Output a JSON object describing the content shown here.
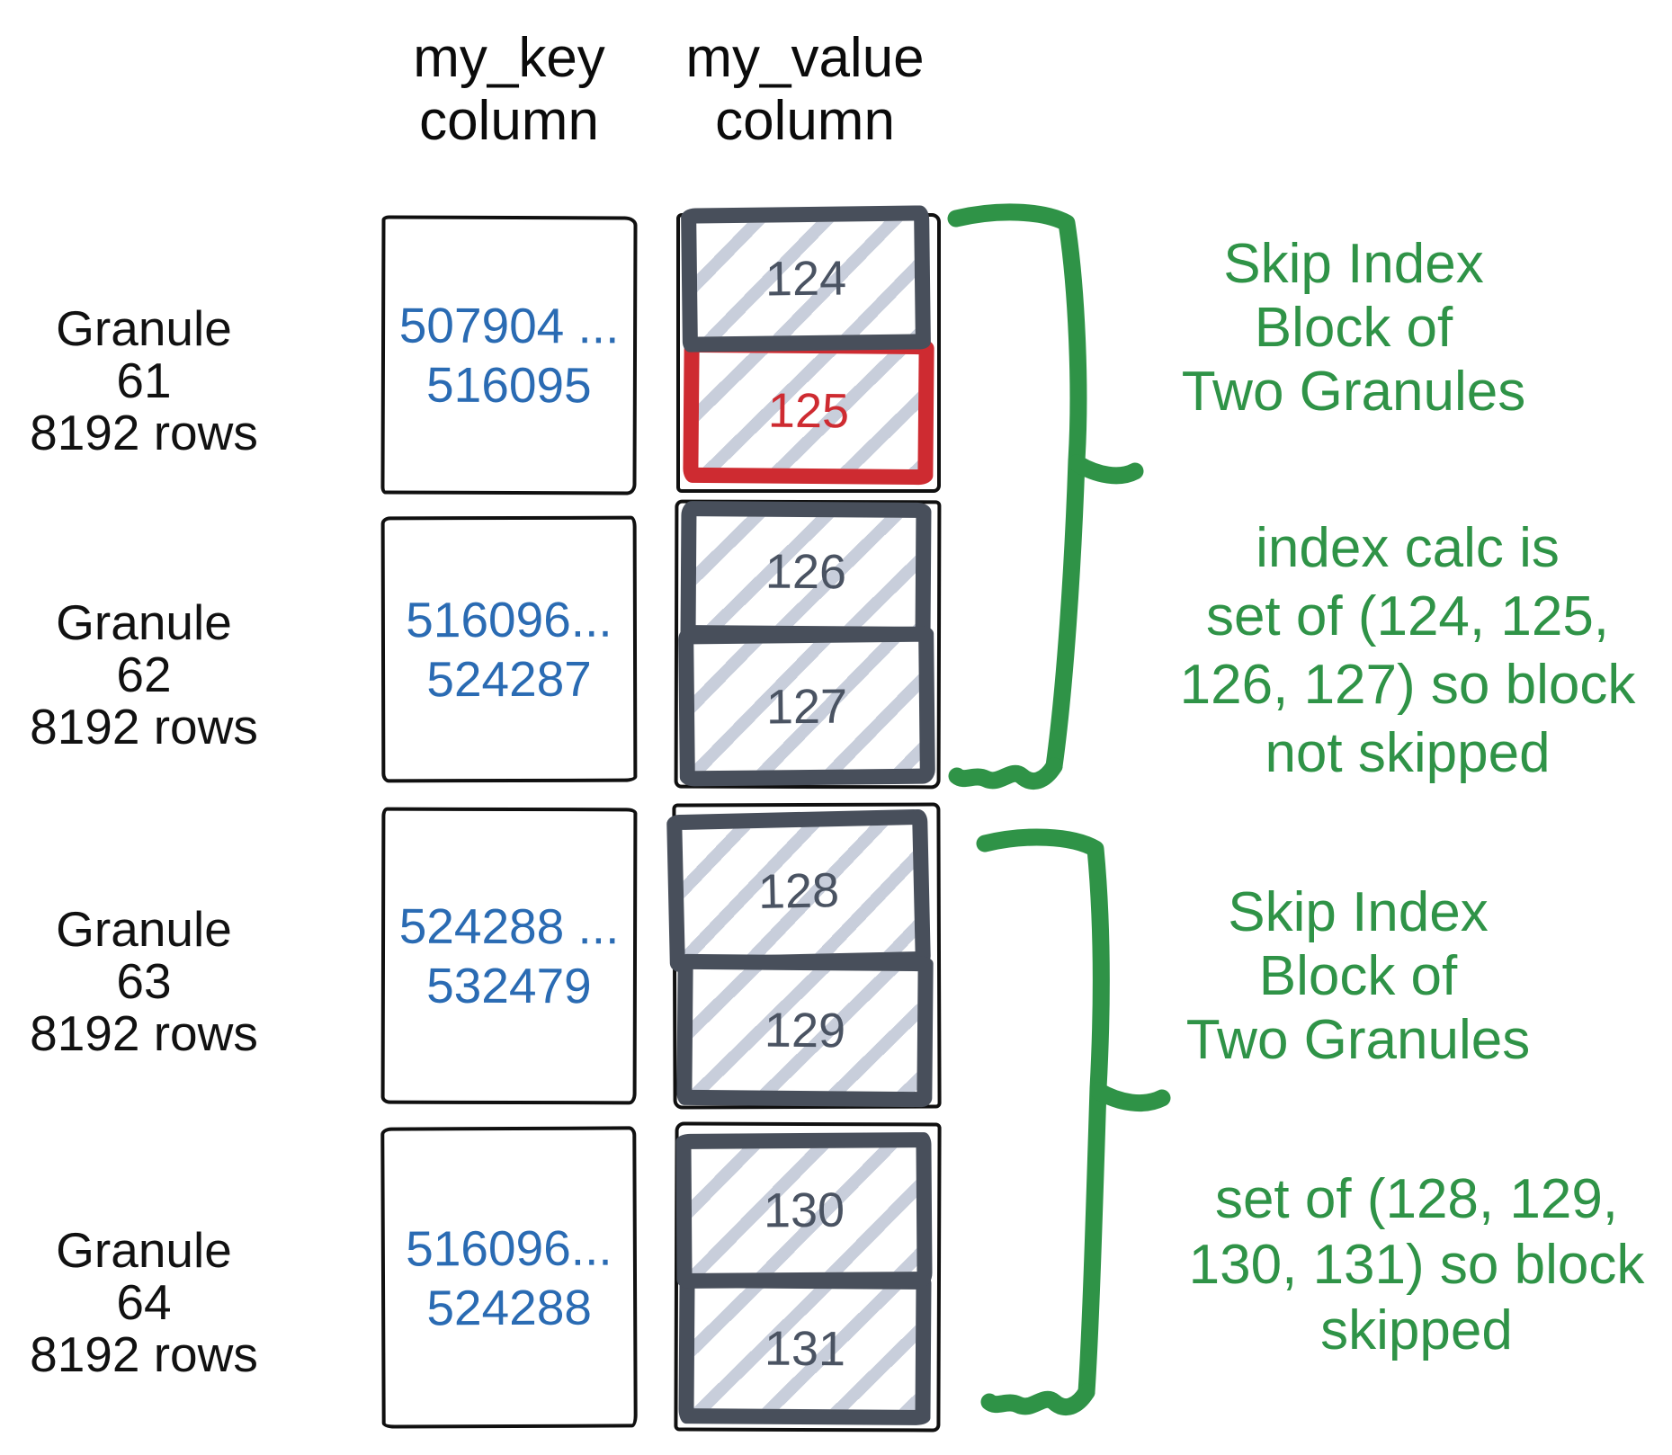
{
  "colors": {
    "green": "#2F9347",
    "blue": "#2A6BB3",
    "red": "#CE2B31",
    "slate": "#484F5B",
    "hatch": "#C8CEDB",
    "number_gray": "#4A5362",
    "outline_black": "#101010"
  },
  "headers": {
    "key": {
      "line1": "my_key",
      "line2": "column"
    },
    "value": {
      "line1": "my_value",
      "line2": "column"
    }
  },
  "granules": [
    {
      "name": "Granule 61",
      "rows": "8192 rows",
      "key_start": "507904 ...",
      "key_end": "516095",
      "blocks": [
        {
          "value": "124",
          "highlighted": false
        },
        {
          "value": "125",
          "highlighted": true
        }
      ]
    },
    {
      "name": "Granule 62",
      "rows": "8192 rows",
      "key_start": "516096...",
      "key_end": "524287",
      "blocks": [
        {
          "value": "126",
          "highlighted": false
        },
        {
          "value": "127",
          "highlighted": false
        }
      ]
    },
    {
      "name": "Granule 63",
      "rows": "8192 rows",
      "key_start": "524288 ...",
      "key_end": "532479",
      "blocks": [
        {
          "value": "128",
          "highlighted": false
        },
        {
          "value": "129",
          "highlighted": false
        }
      ]
    },
    {
      "name": "Granule 64",
      "rows": "8192 rows",
      "key_start": "516096...",
      "key_end": "524288",
      "blocks": [
        {
          "value": "130",
          "highlighted": false
        },
        {
          "value": "131",
          "highlighted": false
        }
      ]
    }
  ],
  "annotations": [
    {
      "lines": [
        "Skip Index",
        "Block of",
        "Two Granules"
      ]
    },
    {
      "lines": [
        "index calc is",
        "set of (124, 125,",
        "126, 127) so block",
        "not skipped"
      ]
    },
    {
      "lines": [
        "Skip Index",
        "Block of",
        "Two Granules"
      ]
    },
    {
      "lines": [
        "set of (128, 129,",
        "130, 131) so block",
        "skipped"
      ]
    }
  ]
}
